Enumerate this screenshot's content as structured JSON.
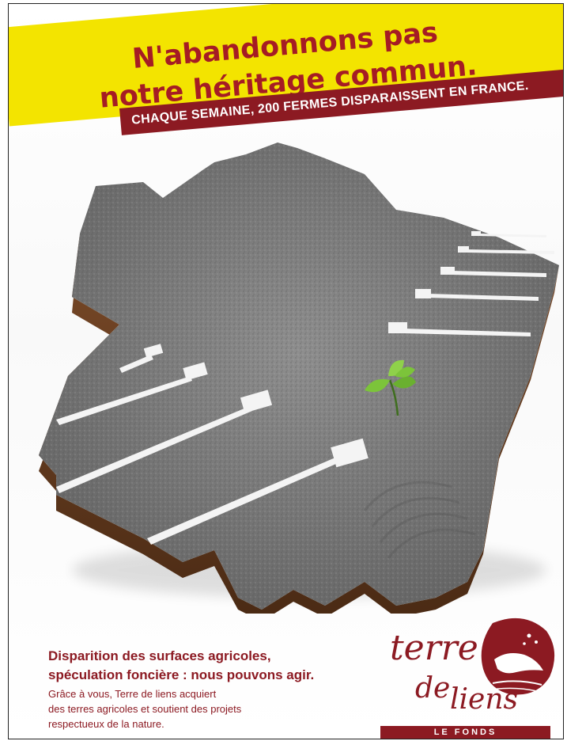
{
  "headline": {
    "line1": "N'abandonnons pas",
    "line2": "notre héritage commun."
  },
  "tagline": "CHAQUE SEMAINE, 200 FERMES DISPARAISSENT EN FRANCE.",
  "subheadline": {
    "line1": "Disparition des surfaces agricoles,",
    "line2": "spéculation foncière : nous pouvons agir."
  },
  "body_copy": {
    "line1": "Grâce à vous, Terre de liens acquiert",
    "line2": "des terres agricoles et soutient des projets",
    "line3": "respectueux de la nature."
  },
  "logo": {
    "word1": "terre",
    "word2": "de",
    "word3": "liens",
    "banner": "LE FONDS",
    "icon": "hand-seeds-icon"
  },
  "illustration": {
    "subject": "france-map-icon",
    "sprout": "sprout-icon"
  },
  "colors": {
    "brand_red": "#8c1a22",
    "headline_red": "#a51c24",
    "banner_yellow": "#f3e400"
  }
}
